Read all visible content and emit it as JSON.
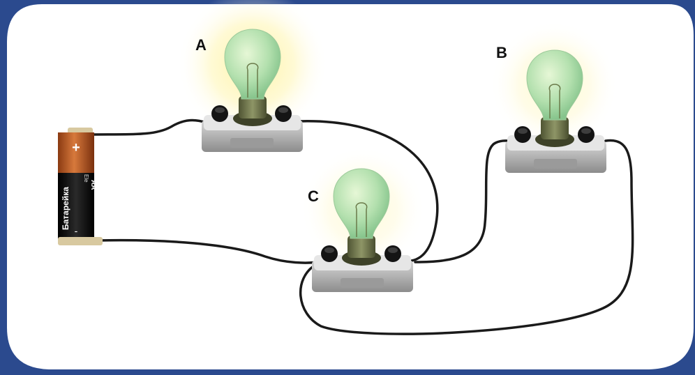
{
  "bulbs": [
    {
      "label": "A"
    },
    {
      "label": "B"
    },
    {
      "label": "C"
    }
  ],
  "battery": {
    "plus_sign": "+",
    "minus_sign": "-",
    "brand": "Батарейка",
    "size": "AA",
    "small_mark": "Ele"
  },
  "colors": {
    "frame": "#2b4a8e",
    "panel": "#ffffff",
    "glow": "#fff4a8",
    "bulb_glass": "#b7e3b0",
    "wire": "#1a1a1a"
  }
}
